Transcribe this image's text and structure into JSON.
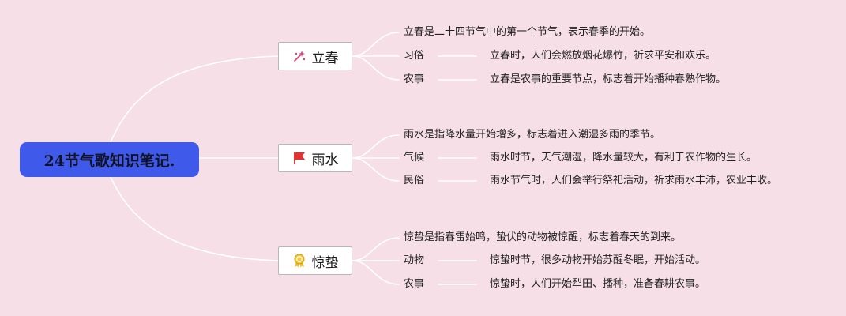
{
  "root": {
    "title": "24节气歌知识笔记."
  },
  "colors": {
    "background": "#f6dfe6",
    "root_fill": "#3f59ea",
    "line": "#ffffff"
  },
  "branches": [
    {
      "name": "立春",
      "icon": "sparkle-icon",
      "description": "立春是二十四节气中的第一个节气，表示春季的开始。",
      "items": [
        {
          "label": "习俗",
          "text": "立春时，人们会燃放烟花爆竹，祈求平安和欢乐。"
        },
        {
          "label": "农事",
          "text": "立春是农事的重要节点，标志着开始播种春熟作物。"
        }
      ]
    },
    {
      "name": "雨水",
      "icon": "red-flag-icon",
      "description": "雨水是指降水量开始增多，标志着进入潮湿多雨的季节。",
      "items": [
        {
          "label": "气候",
          "text": "雨水时节，天气潮湿，降水量较大，有利于农作物的生长。"
        },
        {
          "label": "民俗",
          "text": "雨水节气时，人们会举行祭祀活动，祈求雨水丰沛，农业丰收。"
        }
      ]
    },
    {
      "name": "惊蛰",
      "icon": "medal-icon",
      "description": "惊蛰是指春雷始鸣，蛰伏的动物被惊醒，标志着春天的到来。",
      "items": [
        {
          "label": "动物",
          "text": "惊蛰时节，很多动物开始苏醒冬眠，开始活动。"
        },
        {
          "label": "农事",
          "text": "惊蛰时，人们开始犁田、播种，准备春耕农事。"
        }
      ]
    }
  ]
}
